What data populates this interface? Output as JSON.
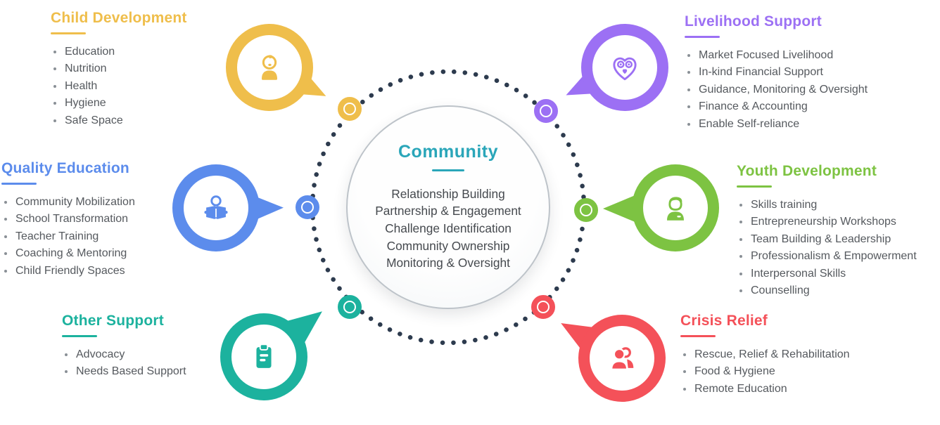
{
  "center": {
    "title": "Community",
    "lines": [
      "Relationship Building",
      "Partnership & Engagement",
      "Challenge Identification",
      "Community Ownership",
      "Monitoring & Oversight"
    ]
  },
  "sections": {
    "child_development": {
      "title": "Child Development",
      "color": "#EFBE4B",
      "icon": "baby-icon",
      "items": [
        "Education",
        "Nutrition",
        "Health",
        "Hygiene",
        "Safe Space"
      ]
    },
    "quality_education": {
      "title": "Quality Education",
      "color": "#5C8CEC",
      "icon": "reading-person-icon",
      "items": [
        "Community Mobilization",
        "School Transformation",
        "Teacher Training",
        "Coaching & Mentoring",
        "Child Friendly Spaces"
      ]
    },
    "other_support": {
      "title": "Other Support",
      "color": "#1CB29E",
      "icon": "clipboard-icon",
      "items": [
        "Advocacy",
        "Needs Based Support"
      ]
    },
    "livelihood_support": {
      "title": "Livelihood Support",
      "color": "#9C70F4",
      "icon": "heart-people-icon",
      "items": [
        "Market Focused Livelihood",
        "In-kind Financial Support",
        "Guidance, Monitoring & Oversight",
        "Finance & Accounting",
        "Enable Self-reliance"
      ]
    },
    "youth_development": {
      "title": "Youth Development",
      "color": "#7DC342",
      "icon": "youth-person-icon",
      "items": [
        "Skills training",
        "Entrepreneurship Workshops",
        "Team Building & Leadership",
        "Professionalism & Empowerment",
        "Interpersonal Skills",
        "Counselling"
      ]
    },
    "crisis_relief": {
      "title": "Crisis Relief",
      "color": "#F45159",
      "icon": "people-group-icon",
      "items": [
        "Rescue, Relief & Rehabilitation",
        "Food & Hygiene",
        "Remote Education"
      ]
    }
  },
  "colors": {
    "center_title": "#2AA6B9",
    "body_text": "#55595E",
    "dotted_ring": "#2D3B4E",
    "center_border": "#BDC3C9"
  }
}
